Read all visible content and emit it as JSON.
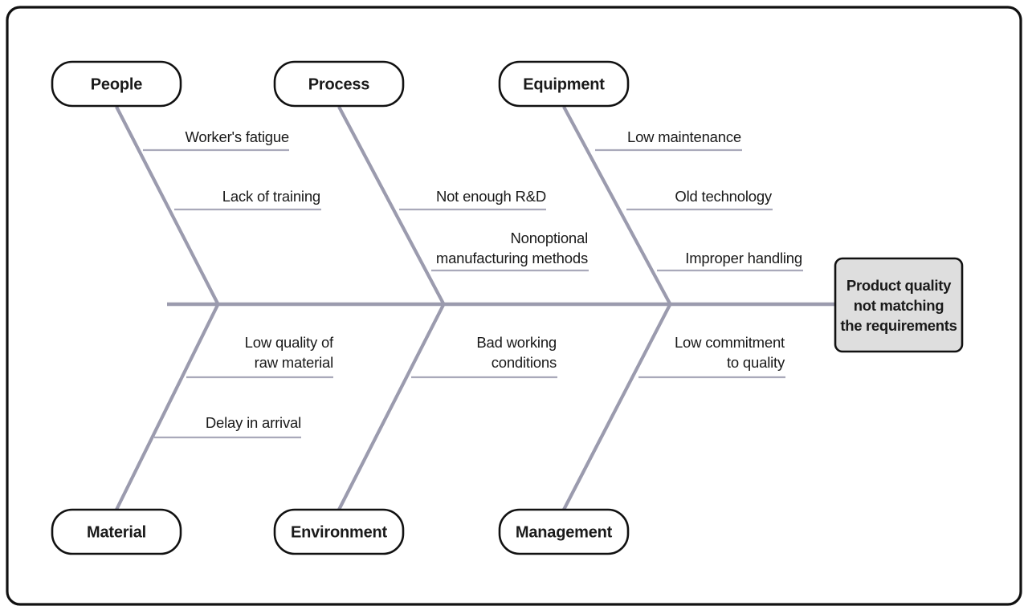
{
  "diagram": {
    "type": "fishbone-ishikawa",
    "effect": {
      "lines": [
        "Product quality",
        "not matching",
        "the requirements"
      ],
      "fill_color": "#dedede",
      "border_color": "#111111"
    },
    "colors": {
      "bone": "#9b9bae",
      "cause_line": "#a9a9ba",
      "box_border": "#111111",
      "box_fill": "#ffffff",
      "text": "#1a1a1a",
      "frame": "#111111"
    },
    "categories": [
      {
        "id": "people",
        "label": "People",
        "position": "top",
        "causes": [
          {
            "id": "workers-fatigue",
            "lines": [
              "Worker's fatigue"
            ],
            "align": "end"
          },
          {
            "id": "lack-of-training",
            "lines": [
              "Lack of training"
            ],
            "align": "end"
          }
        ]
      },
      {
        "id": "process",
        "label": "Process",
        "position": "top",
        "causes": [
          {
            "id": "not-enough-rnd",
            "lines": [
              "Not enough R&D"
            ],
            "align": "end"
          },
          {
            "id": "nonoptional-manufacturing-methods",
            "lines": [
              "Nonoptional",
              "manufacturing methods"
            ],
            "align": "end"
          }
        ]
      },
      {
        "id": "equipment",
        "label": "Equipment",
        "position": "top",
        "causes": [
          {
            "id": "low-maintenance",
            "lines": [
              "Low maintenance"
            ],
            "align": "end"
          },
          {
            "id": "old-technology",
            "lines": [
              "Old technology"
            ],
            "align": "end"
          },
          {
            "id": "improper-handling",
            "lines": [
              "Improper handling"
            ],
            "align": "end"
          }
        ]
      },
      {
        "id": "material",
        "label": "Material",
        "position": "bottom",
        "causes": [
          {
            "id": "low-quality-raw-material",
            "lines": [
              "Low quality of",
              "raw material"
            ],
            "align": "end"
          },
          {
            "id": "delay-in-arrival",
            "lines": [
              "Delay in arrival"
            ],
            "align": "end"
          }
        ]
      },
      {
        "id": "environment",
        "label": "Environment",
        "position": "bottom",
        "causes": [
          {
            "id": "bad-working-conditions",
            "lines": [
              "Bad working",
              "conditions"
            ],
            "align": "end"
          }
        ]
      },
      {
        "id": "management",
        "label": "Management",
        "position": "bottom",
        "causes": [
          {
            "id": "low-commitment-to-quality",
            "lines": [
              "Low commitment",
              "to quality"
            ],
            "align": "end"
          }
        ]
      }
    ]
  }
}
